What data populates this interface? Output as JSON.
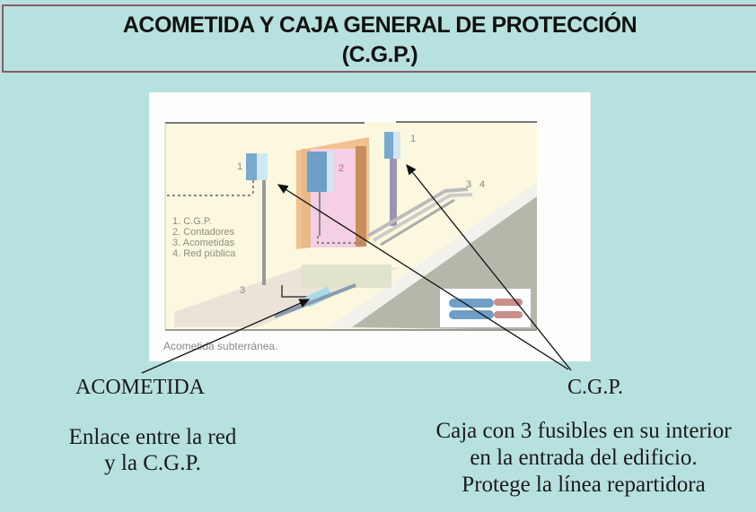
{
  "title": {
    "line1": "ACOMETIDA Y CAJA GENERAL DE PROTECCIÓN",
    "line2": "(C.G.P.)"
  },
  "figure": {
    "caption": "Acometida subterránea.",
    "legend": [
      "1. C.G.P.",
      "2. Contadores",
      "3. Acometidas",
      "4. Red pública"
    ],
    "numbers": {
      "cgp_left": "1",
      "contadores": "2",
      "cgp_right": "1",
      "acometida": "3",
      "red_3": "3",
      "red_4": "4"
    }
  },
  "labels": {
    "acometida_title": "ACOMETIDA",
    "acometida_desc": [
      "Enlace entre la red",
      "y la C.G.P."
    ],
    "cgp_title": "C.G.P.",
    "cgp_desc": [
      "Caja con 3 fusibles en su interior",
      "en la entrada del edificio.",
      "Protege la línea repartidora"
    ]
  },
  "colors": {
    "background": "#b7e1de",
    "title_border": "#8a5a66",
    "text": "#1a1a1a"
  }
}
